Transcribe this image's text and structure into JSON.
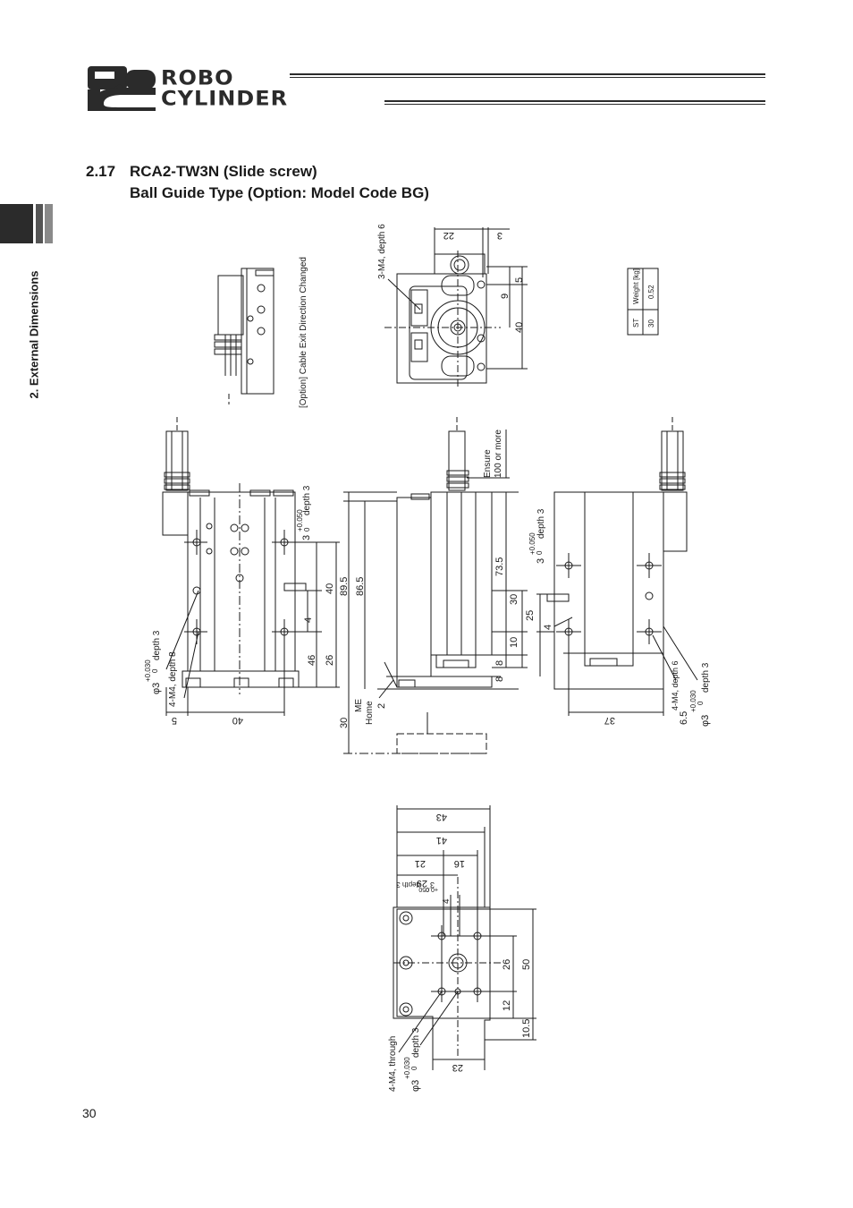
{
  "header": {
    "logo_line1": "ROBO",
    "logo_line2": "CYLINDER",
    "logo_mark_letters": "RC",
    "brand_color": "#2b2b2b"
  },
  "side_tab": {
    "label": "2. External Dimensions"
  },
  "section": {
    "number": "2.17",
    "title_line1": "RCA2-TW3N (Slide screw)",
    "title_line2": "Ball Guide Type (Option: Model Code BG)"
  },
  "drawing": {
    "top_side_option_note": "[Option] Cable Exit Direction Changed",
    "end_view": {
      "tapped_holes": "3-M4, depth 6",
      "dim_22": "22",
      "dim_3": "3",
      "dim_5": "5",
      "dim_9": "9",
      "dim_40": "40"
    },
    "weight_table": {
      "headers": [
        "ST",
        "Weight [kg]"
      ],
      "rows": [
        [
          "30",
          "0.52"
        ]
      ]
    },
    "front_view": {
      "pin_hole": "3",
      "tol_upper": "+0.050",
      "tol_lower": "0",
      "pin_depth": "depth 3",
      "dim_40v": "40",
      "dim_4": "4",
      "dim_46": "46",
      "dim_26": "26",
      "dim_89_5": "89.5",
      "dim_86_5": "86.5",
      "pin_hole_lower": "φ3",
      "lower_tol_upper": "+0.030",
      "lower_tol_lower": "0",
      "lower_pin_depth": "depth 3",
      "tapped_holes": "4-M4, depth 8",
      "dim_5": "5",
      "dim_40h": "40"
    },
    "side_view": {
      "ensure_line1": "Ensure",
      "ensure_line2": "100 or more",
      "dim_73_5": "73.5",
      "dim_30": "30",
      "dim_10": "10",
      "dim_8a": "8",
      "dim_8b": "8",
      "dim_30_stroke": "30",
      "me": "ME",
      "home": "Home",
      "dim_2": "2"
    },
    "rear_view": {
      "pin_hole": "3",
      "tol_upper": "+0.050",
      "tol_lower": "0",
      "pin_depth": "depth 3",
      "dim_25": "25",
      "dim_4": "4",
      "dim_37": "37",
      "tapped_holes": "4-M4, depth 6",
      "dim_6_5": "6.5",
      "pin_hole_lower": "φ3",
      "lower_tol_upper": "+0.030",
      "lower_tol_lower": "0",
      "lower_pin_depth": "depth 3"
    },
    "bottom_view": {
      "dim_43": "43",
      "dim_41": "41",
      "dim_21": "21",
      "dim_16": "16",
      "dim_29": "29",
      "pin_hole": "3",
      "tol_upper": "+0.050",
      "tol_lower": "0",
      "pin_depth": "depth 3",
      "dim_4": "4",
      "dim_26": "26",
      "dim_50": "50",
      "dim_12": "12",
      "dim_10_5": "10.5",
      "dim_23": "23",
      "tapped_holes": "4-M4, through",
      "lower_pin_hole": "φ3",
      "lower_tol_upper": "+0.030",
      "lower_tol_lower": "0",
      "lower_pin_depth": "depth 3"
    }
  },
  "footer": {
    "page_number": "30"
  }
}
